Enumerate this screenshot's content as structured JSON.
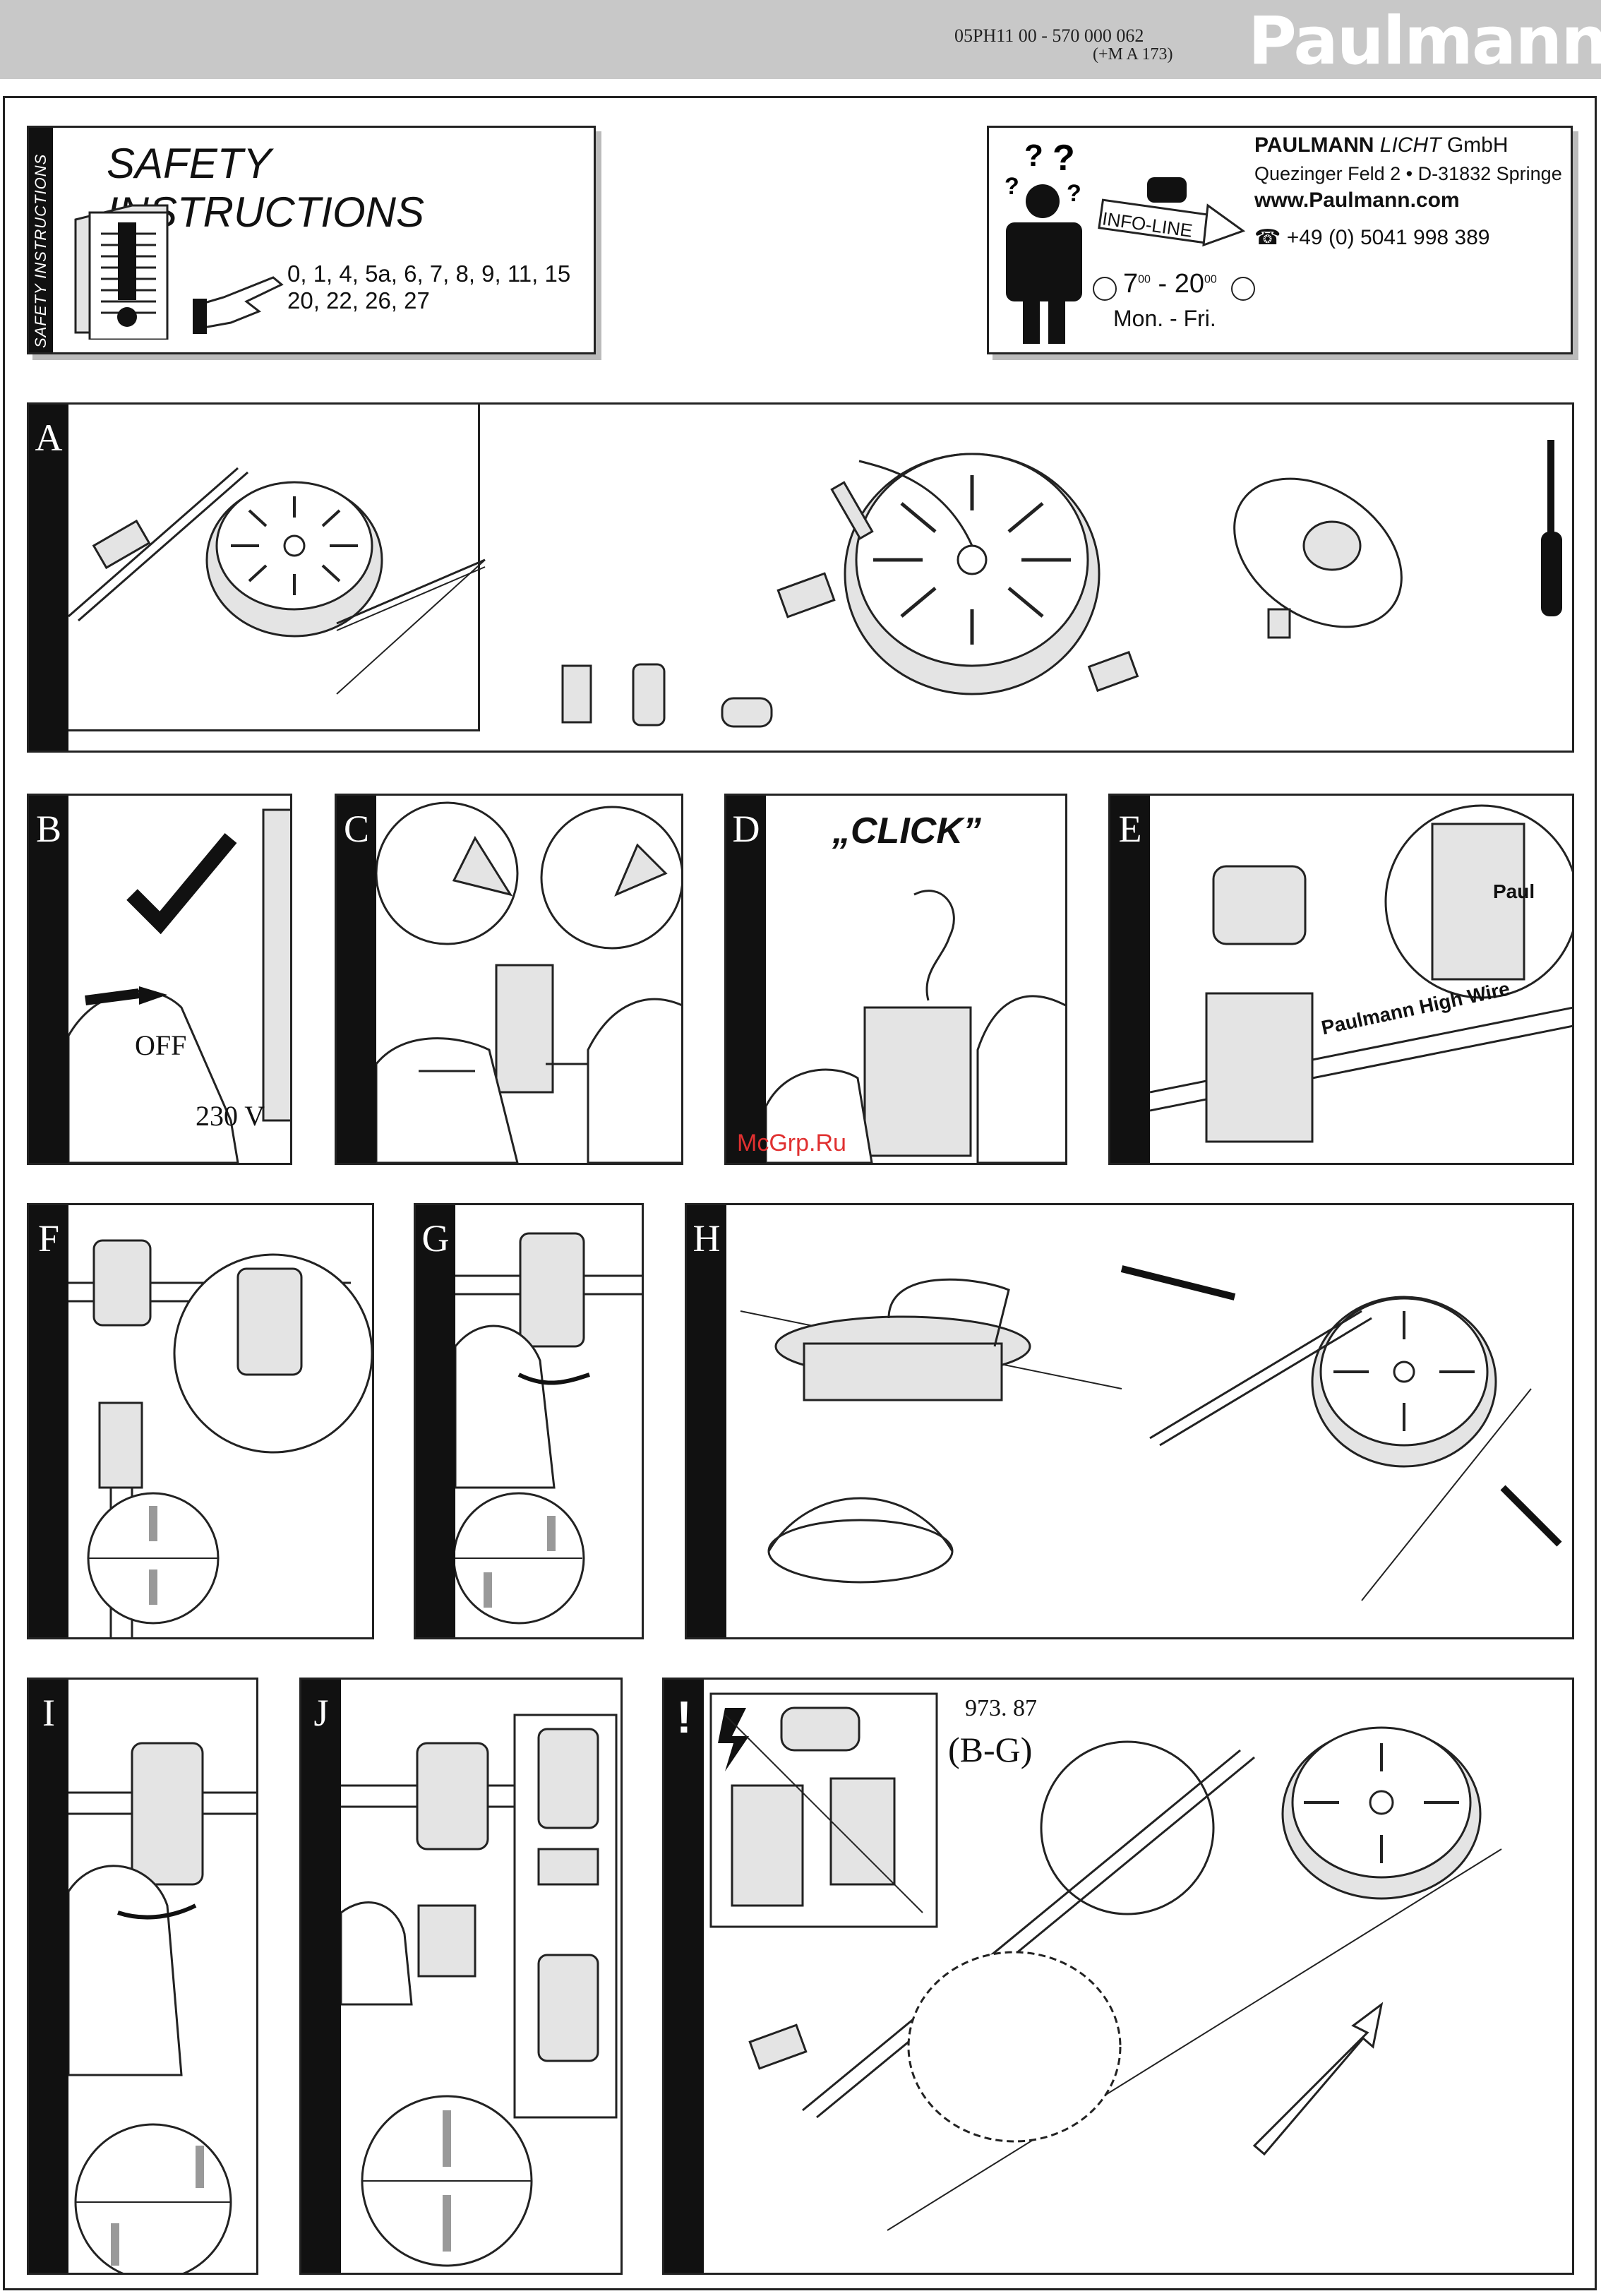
{
  "header": {
    "doc_number_line1": "05PH11 00  - 570 000 062",
    "doc_number_line2": "(+M A  173)",
    "brand": "Paulmann"
  },
  "safety": {
    "side_label": "SAFETY INSTRUCTIONS",
    "title": "SAFETY INSTRUCTIONS",
    "numbers_line1": "0, 1, 4, 5a, 6, 7, 8, 9, 11, 15",
    "numbers_line2": "20, 22, 26, 27"
  },
  "contact": {
    "company_bold": "PAULMANN",
    "company_italic": "LICHT",
    "company_rest": "GmbH",
    "address": "Quezinger Feld 2 • D-31832 Springe",
    "website": "www.Paulmann.com",
    "phone": "+49 (0) 5041 998 389",
    "infoline_label": "INFO-LINE",
    "hours_from": "7",
    "hours_to": "20",
    "hours_suffix": "00",
    "days": "Mon. - Fri."
  },
  "panels": {
    "a": "A",
    "b": "B",
    "c": "C",
    "d": "D",
    "e": "E",
    "f": "F",
    "g": "G",
    "h": "H",
    "i": "I",
    "j": "J",
    "warn": "!"
  },
  "labels": {
    "off": "OFF",
    "voltage": "230  V",
    "click": "„CLICK”",
    "high_wire": "Paulmann High Wire",
    "pau": "Paul",
    "article": "973. 87",
    "range": "(B-G)"
  },
  "watermark": "McGrp.Ru"
}
